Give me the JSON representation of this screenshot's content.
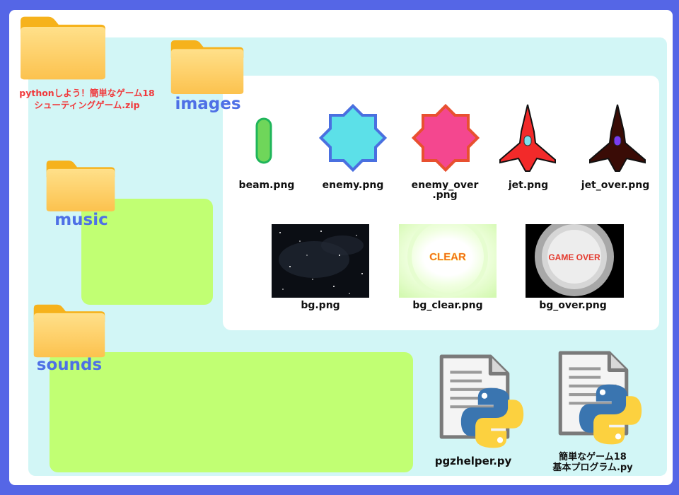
{
  "zip": {
    "icon": "folder-icon",
    "line1": "pythonしよう！簡単なゲーム18",
    "line2": "シューティングゲーム.zip"
  },
  "folders": {
    "images": "images",
    "music": "music",
    "sounds": "sounds"
  },
  "images": {
    "beam": "beam.png",
    "enemy": "enemy.png",
    "enemy_over_l1": "enemy_over",
    "enemy_over_l2": ".png",
    "jet": "jet.png",
    "jet_over": "jet_over.png",
    "bg": "bg.png",
    "bg_clear": "bg_clear.png",
    "bg_over": "bg_over.png",
    "clear_text": "CLEAR",
    "gameover_text": "GAME OVER"
  },
  "py": {
    "pgzhelper": "pgzhelper.py",
    "main_l1": "簡単なゲーム18",
    "main_l2": "基本プログラム.py"
  },
  "colors": {
    "border": "#5566e6",
    "zip_bg": "#d2f6f6",
    "empty_folder": "#c1ff73",
    "label_blue": "#4e70e6",
    "zip_label": "#f0393c"
  }
}
